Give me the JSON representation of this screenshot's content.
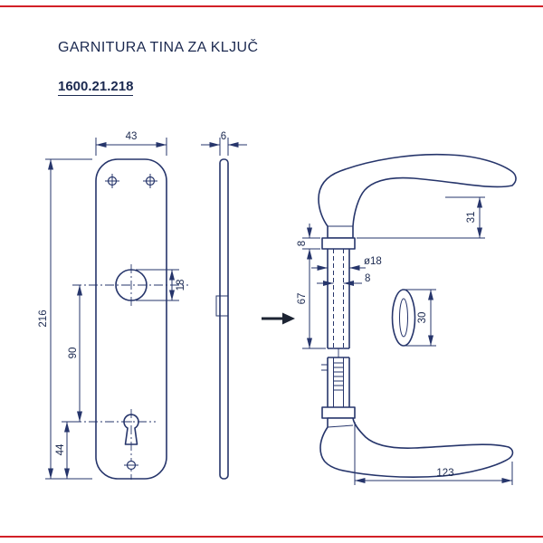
{
  "header": {
    "title": "GARNITURA TINA ZA KLJUČ",
    "code": "1600.21.218"
  },
  "colors": {
    "frame": "#d22027",
    "line": "#26356b",
    "text": "#1b2950"
  },
  "views": {
    "front": {
      "width": "43",
      "height": "216",
      "hole_diameter": "18",
      "hole_to_keyhole": "90",
      "keyhole_to_bottom": "44"
    },
    "side": {
      "thickness": "6"
    },
    "handle": {
      "grip_drop": "31",
      "collar": "8",
      "neck_diameter": "ø18",
      "spindle": "8",
      "stem": "67",
      "rosette": "30",
      "length": "123"
    }
  }
}
